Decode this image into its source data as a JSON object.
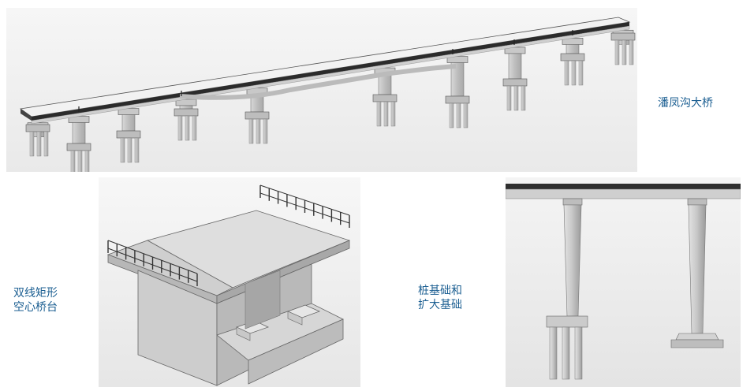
{
  "labels": {
    "bridge_name": "潘凤沟大桥",
    "abutment": "双线矩形\n空心桥台",
    "foundation": "桩基础和\n扩大基础"
  },
  "colors": {
    "label_text": "#1c5f92",
    "deck_dark": "#2b2b2b",
    "concrete_light": "#dcdcdc",
    "concrete_mid": "#c4c4c4",
    "concrete_dark": "#9e9e9e"
  }
}
